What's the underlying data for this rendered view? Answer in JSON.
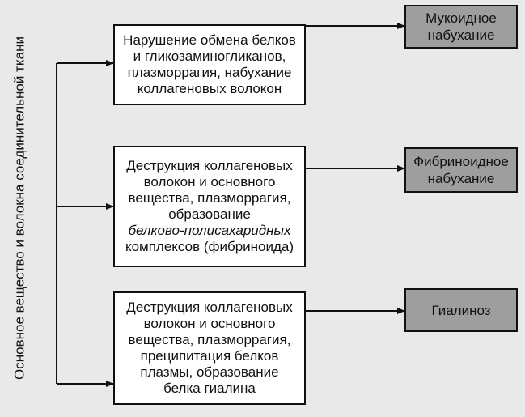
{
  "side_label": "Основное вещество и волокна соединительной ткани",
  "middle": [
    {
      "lines": [
        "Нарушение обмена белков",
        "и гликозаминогликанов,",
        "плазморрагия, набухание",
        "коллагеновых волокон"
      ]
    },
    {
      "lines": [
        "Деструкция коллагеновых",
        "волокон и основного",
        "вещества, плазморрагия,",
        "образование"
      ],
      "italic": "белково-полисахаридных",
      "tail": "комплексов (фибриноида)"
    },
    {
      "lines": [
        "Деструкция коллагеновых",
        "волокон и основного",
        "вещества, плазморрагия,",
        "преципитация белков",
        "плазмы, образование",
        "белка гиалина"
      ]
    }
  ],
  "outcomes": [
    {
      "lines": [
        "Мукоидное",
        "набухание"
      ]
    },
    {
      "lines": [
        "Фибриноидное",
        "набухание"
      ]
    },
    {
      "lines": [
        "Гиалиноз"
      ]
    }
  ],
  "colors": {
    "page": "#e9e9e9",
    "box": "#ffffff",
    "outcome_box": "#9e9e9e",
    "line": "#111111"
  }
}
